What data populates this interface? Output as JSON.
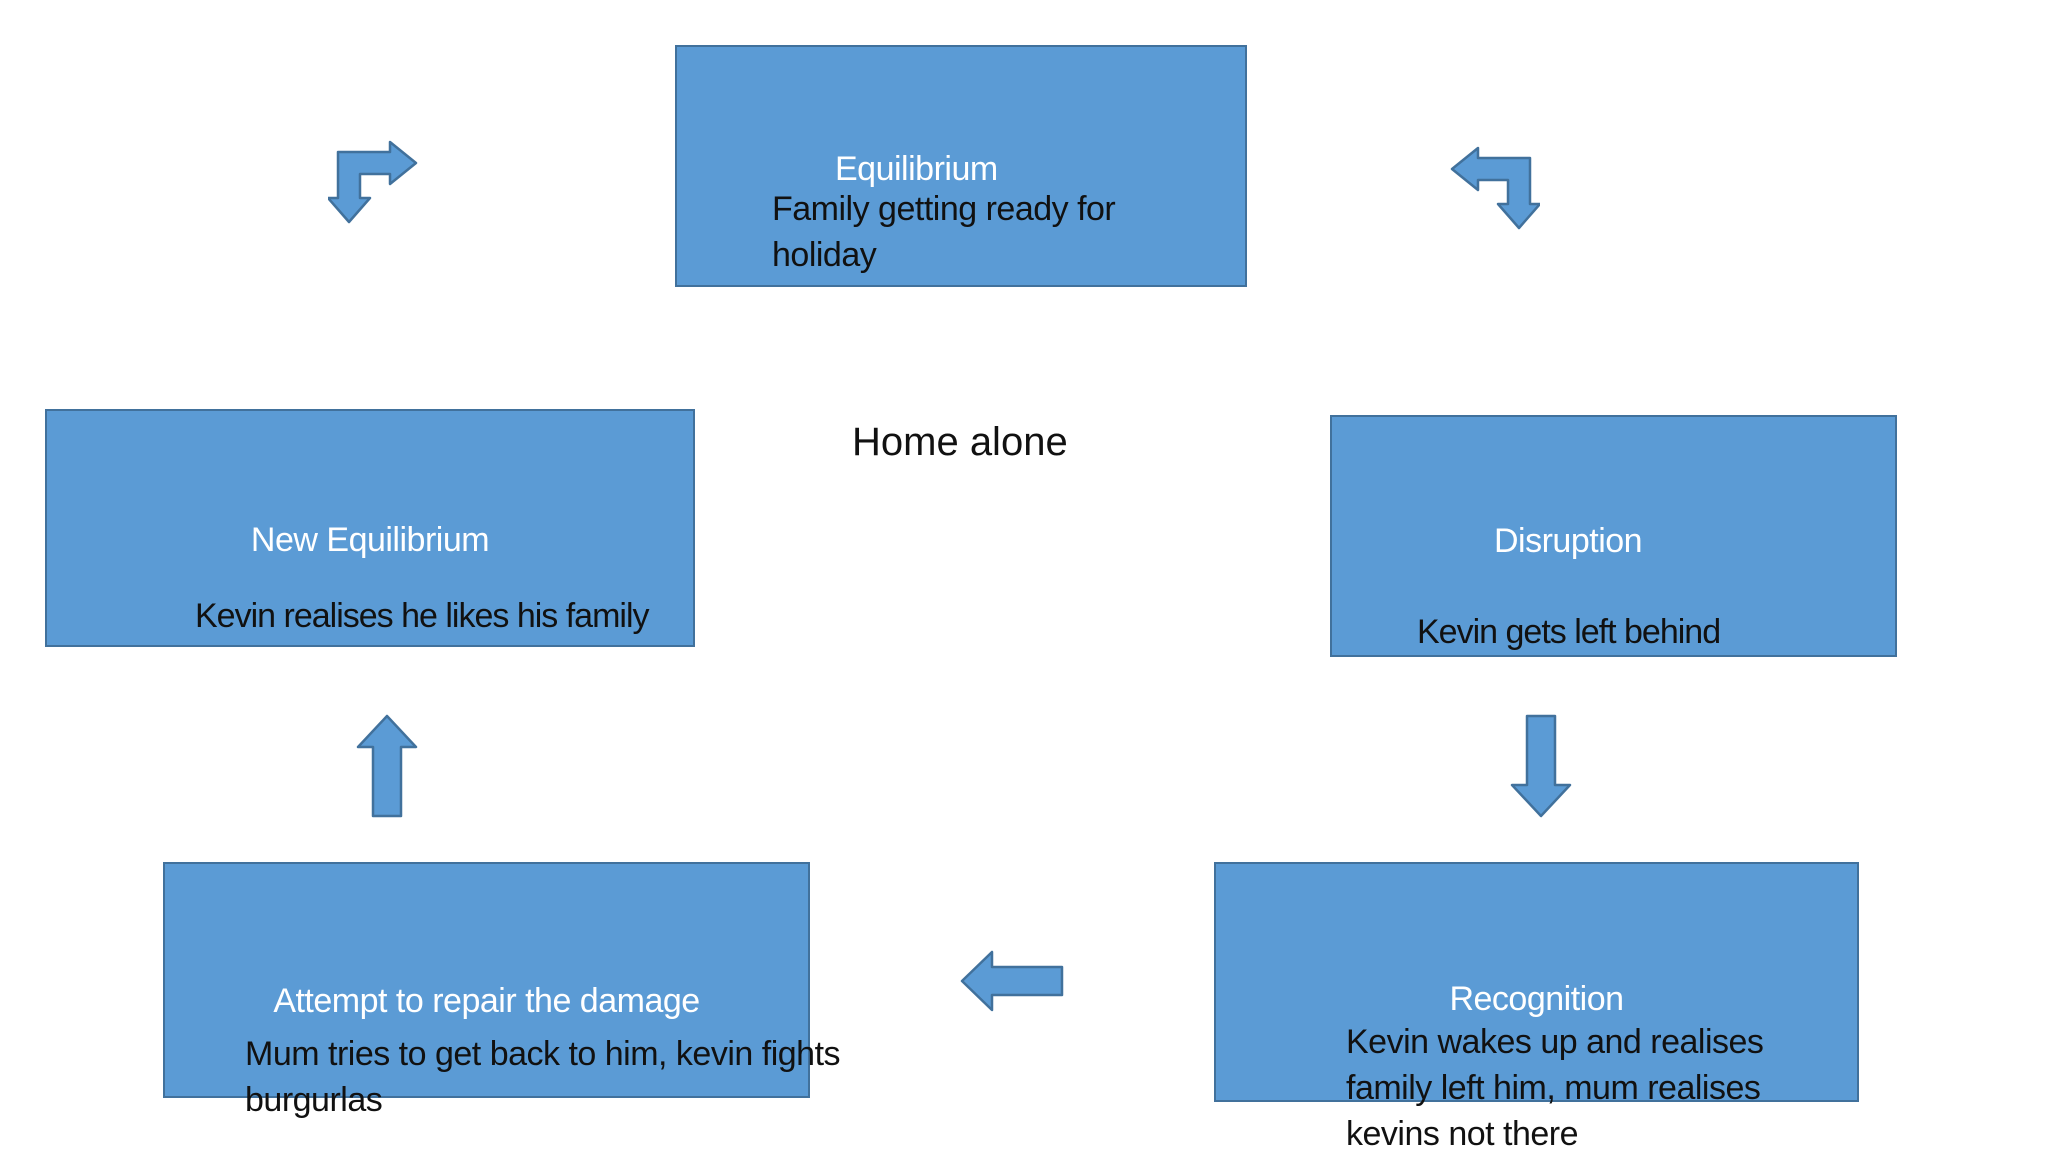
{
  "page": {
    "background": "#ffffff"
  },
  "diagram": {
    "center_label": "Home alone",
    "colors": {
      "node_fill": "#5b9bd5",
      "node_border": "#41719c",
      "title_text": "#ffffff",
      "body_text": "#111111"
    },
    "nodes": {
      "equilibrium": {
        "title": "Equilibrium",
        "body": "Family getting ready for holiday"
      },
      "disruption": {
        "title": "Disruption",
        "body": "Kevin gets left behind"
      },
      "recognition": {
        "title": "Recognition",
        "body": "Kevin wakes up and realises family left him, mum realises kevins not there"
      },
      "repair": {
        "title": "Attempt to repair the damage",
        "body": "Mum tries to get back to him, kevin fights burgurlas"
      },
      "new_equilibrium": {
        "title": "New Equilibrium",
        "body": "Kevin realises he likes his family"
      }
    },
    "icons": [
      "bent-arrow-right-down-icon",
      "bent-arrow-left-down-icon",
      "down-arrow-icon",
      "up-arrow-icon",
      "left-arrow-icon"
    ]
  }
}
